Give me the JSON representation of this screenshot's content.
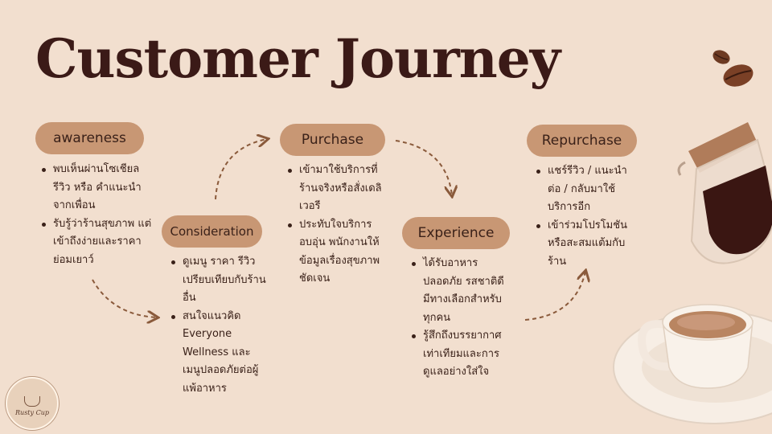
{
  "title": "Customer Journey",
  "brand": {
    "logo_text": "Rusty Cup"
  },
  "stages": [
    {
      "label": "awareness",
      "items": [
        "พบเห็นผ่านโซเชียล รีวิว หรือ คำแนะนำจากเพื่อน",
        "รับรู้ว่าร้านสุขภาพ แต่เข้าถึงง่ายและราคาย่อมเยาว์"
      ]
    },
    {
      "label": "Consideration",
      "items": [
        "ดูเมนู ราคา รีวิว เปรียบเทียบกับร้านอื่น",
        "สนใจแนวคิด Everyone Wellness และเมนูปลอดภัยต่อผู้แพ้อาหาร"
      ]
    },
    {
      "label": "Purchase",
      "items": [
        "เข้ามาใช้บริการที่ร้านจริงหรือสั่งเดลิเวอรี",
        "ประทับใจบริการอบอุ่น พนักงานให้ข้อมูลเรื่องสุขภาพชัดเจน"
      ]
    },
    {
      "label": "Experience",
      "items": [
        "ได้รับอาหารปลอดภัย รสชาติดี มีทางเลือกสำหรับทุกคน",
        "รู้สึกถึงบรรยากาศเท่าเทียมและการดูแลอย่างใส่ใจ"
      ]
    },
    {
      "label": "Repurchase",
      "items": [
        "แชร์รีวิว / แนะนำต่อ / กลับมาใช้บริการอีก",
        "เข้าร่วมโปรโมชันหรือสะสมแต้มกับร้าน"
      ]
    }
  ],
  "colors": {
    "background": "#f2dfcf",
    "pill": "#c89774",
    "title": "#3b1a17",
    "arrow": "#8a5a3b"
  },
  "icons": [
    "coffee-beans-icon",
    "glass-coffee-pot-icon",
    "coffee-cup-icon",
    "brand-logo-icon"
  ]
}
